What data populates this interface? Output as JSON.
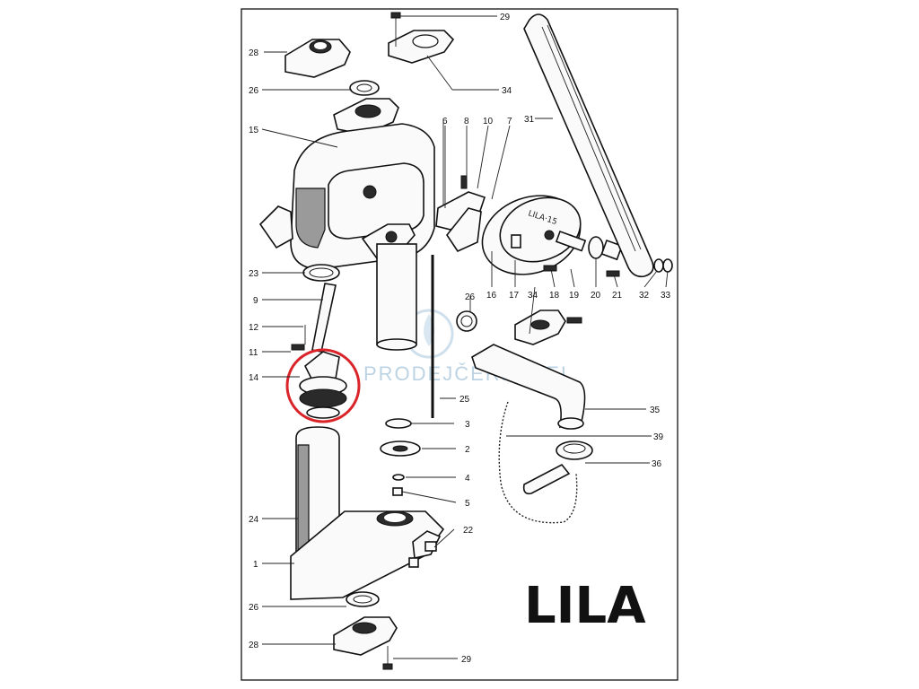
{
  "diagram": {
    "title": "LILA",
    "watermark": "PRODEJČERPADEL",
    "highlight_color": "#d9252a",
    "highlighted_part": "14",
    "callouts": {
      "c29a": "29",
      "c28a": "28",
      "c26a": "26",
      "c34a": "34",
      "c15": "15",
      "c6": "6",
      "c8": "8",
      "c10": "10",
      "c7": "7",
      "c31": "31",
      "c23": "23",
      "c9": "9",
      "c12": "12",
      "c11": "11",
      "c14": "14",
      "c26b": "26",
      "c16": "16",
      "c17": "17",
      "c34b": "34",
      "c18": "18",
      "c19": "19",
      "c20": "20",
      "c21": "21",
      "c32": "32",
      "c33": "33",
      "c25": "25",
      "c35": "35",
      "c3": "3",
      "c39": "39",
      "c2": "2",
      "c36": "36",
      "c4": "4",
      "c5": "5",
      "c24": "24",
      "c22": "22",
      "c1": "1",
      "c26c": "26",
      "c28b": "28",
      "c29b": "29"
    }
  }
}
